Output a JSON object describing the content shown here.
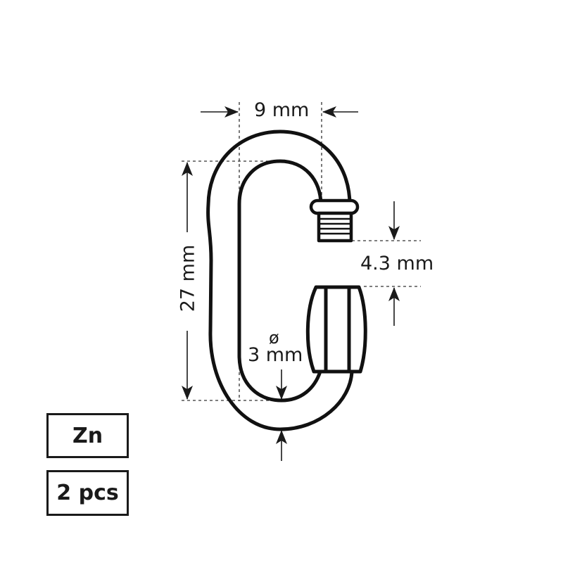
{
  "diagram": {
    "subject": "quick link carabiner",
    "colors": {
      "stroke": "#1a1a1a",
      "background": "#ffffff"
    },
    "dimensions": {
      "width": {
        "label": "9 mm"
      },
      "length": {
        "label": "27 mm"
      },
      "gate_opening": {
        "label": "4.3 mm"
      },
      "wire_diameter": {
        "symbol": "ø",
        "label": "3 mm"
      }
    }
  },
  "badges": {
    "material": "Zn",
    "quantity": "2 pcs"
  }
}
